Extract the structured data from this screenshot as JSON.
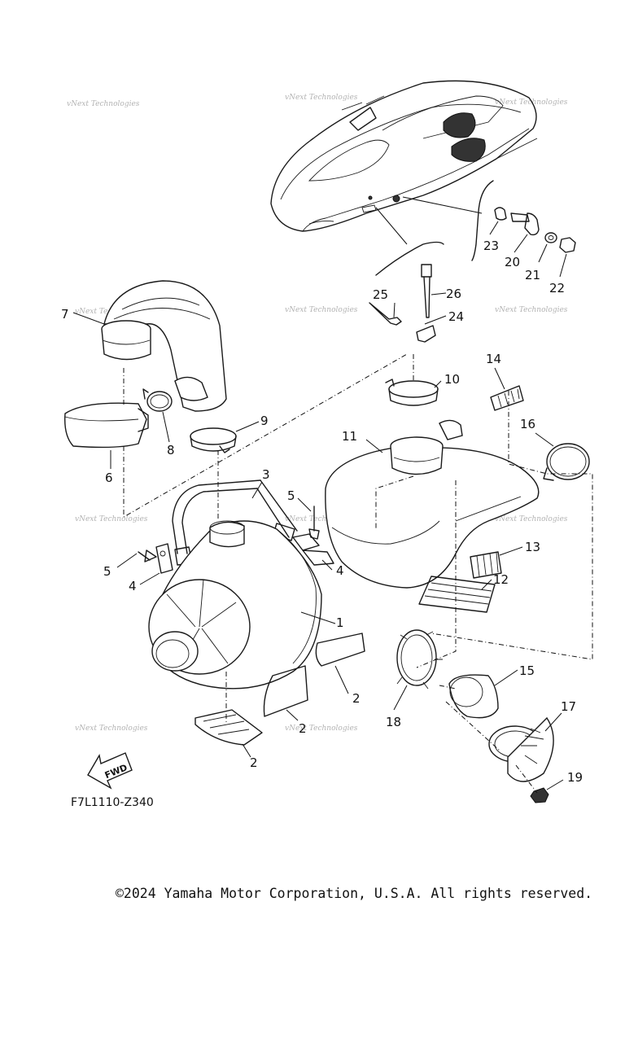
{
  "diagram": {
    "watermark": "vNext Technologies",
    "diagram_code": "F7L1110-Z340",
    "fwd_label": "FWD",
    "copyright": "©2024 Yamaha Motor Corporation, U.S.A. All rights reserved.",
    "callouts": [
      "1",
      "2",
      "2",
      "2",
      "2",
      "3",
      "4",
      "4",
      "5",
      "5",
      "6",
      "7",
      "8",
      "9",
      "10",
      "11",
      "12",
      "13",
      "14",
      "15",
      "16",
      "17",
      "18",
      "19",
      "20",
      "21",
      "22",
      "23",
      "24",
      "25",
      "26"
    ]
  }
}
